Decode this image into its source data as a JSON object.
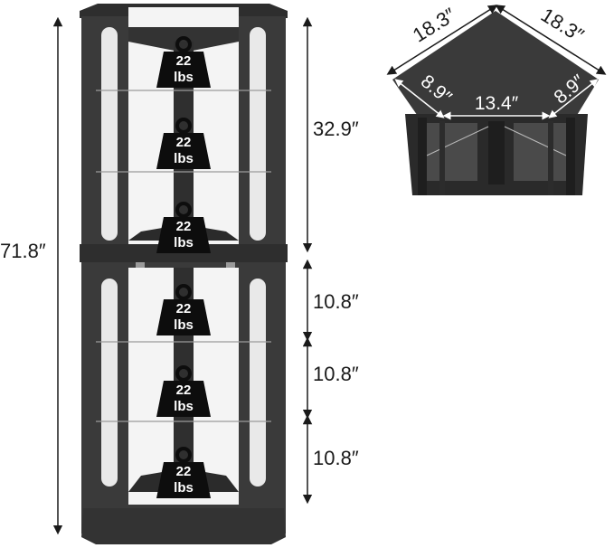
{
  "dimensions": {
    "total_height": "71.8″",
    "upper_section": "32.9″",
    "lower_spacing_1": "10.8″",
    "lower_spacing_2": "10.8″",
    "lower_spacing_3": "10.8″",
    "top_left_side": "18.3″",
    "top_right_side": "18.3″",
    "front_left": "8.9″",
    "front_center": "13.4″",
    "front_right": "8.9″"
  },
  "shelf_weights": [
    {
      "value": "22",
      "unit": "lbs"
    },
    {
      "value": "22",
      "unit": "lbs"
    },
    {
      "value": "22",
      "unit": "lbs"
    },
    {
      "value": "22",
      "unit": "lbs"
    },
    {
      "value": "22",
      "unit": "lbs"
    },
    {
      "value": "22",
      "unit": "lbs"
    }
  ],
  "colors": {
    "cabinet": "#3a3a3a",
    "cabinet_dark": "#262626",
    "weight_icon": "#0d0d0d",
    "text": "#1a1a1a"
  }
}
